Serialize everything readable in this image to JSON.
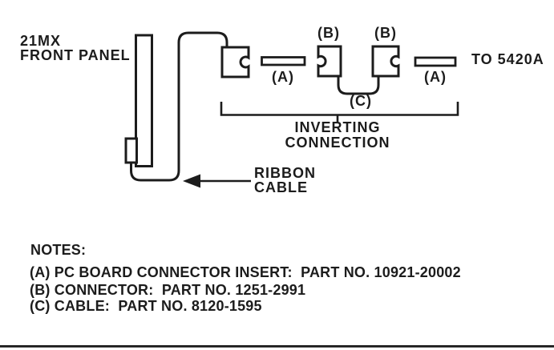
{
  "diagram": {
    "front_panel_label_line1": "21MX",
    "front_panel_label_line2": "FRONT PANEL",
    "connector_b_label_left": "(B)",
    "connector_b_label_right": "(B)",
    "insert_a_label_left": "(A)",
    "insert_a_label_right": "(A)",
    "cable_c_label": "(C)",
    "to_device_label": "TO 5420A",
    "inverting_label_line1": "INVERTING",
    "inverting_label_line2": "CONNECTION",
    "ribbon_label_line1": "RIBBON",
    "ribbon_label_line2": "CABLE"
  },
  "notes": {
    "heading": "NOTES:",
    "items": [
      "(A) PC BOARD CONNECTOR INSERT:  PART NO. 10921-20002",
      "(B) CONNECTOR:  PART NO. 1251-2991",
      "(C) CABLE:  PART NO. 8120-1595"
    ]
  },
  "colors": {
    "ink": "#1c1c1c",
    "paper": "#ffffff"
  }
}
